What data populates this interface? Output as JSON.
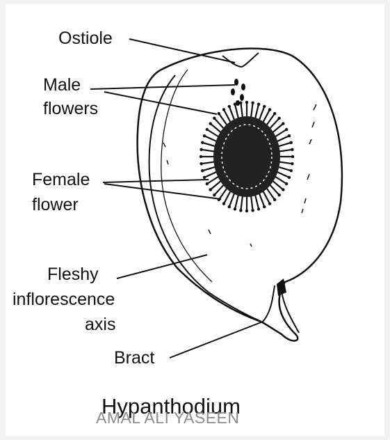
{
  "labels": {
    "ostiole": "Ostiole",
    "male_line1": "Male",
    "male_line2": "flowers",
    "female_line1": "Female",
    "female_line2": "flower",
    "fleshy_line1": "Fleshy",
    "fleshy_line2": "inflorescence",
    "fleshy_line3": "axis",
    "bract": "Bract"
  },
  "title": "Hypanthodium",
  "watermark": "AMAL ALI YASEEN",
  "colors": {
    "ink": "#111111",
    "background": "#f1f1f1",
    "watermark": "#8a8a8a"
  }
}
